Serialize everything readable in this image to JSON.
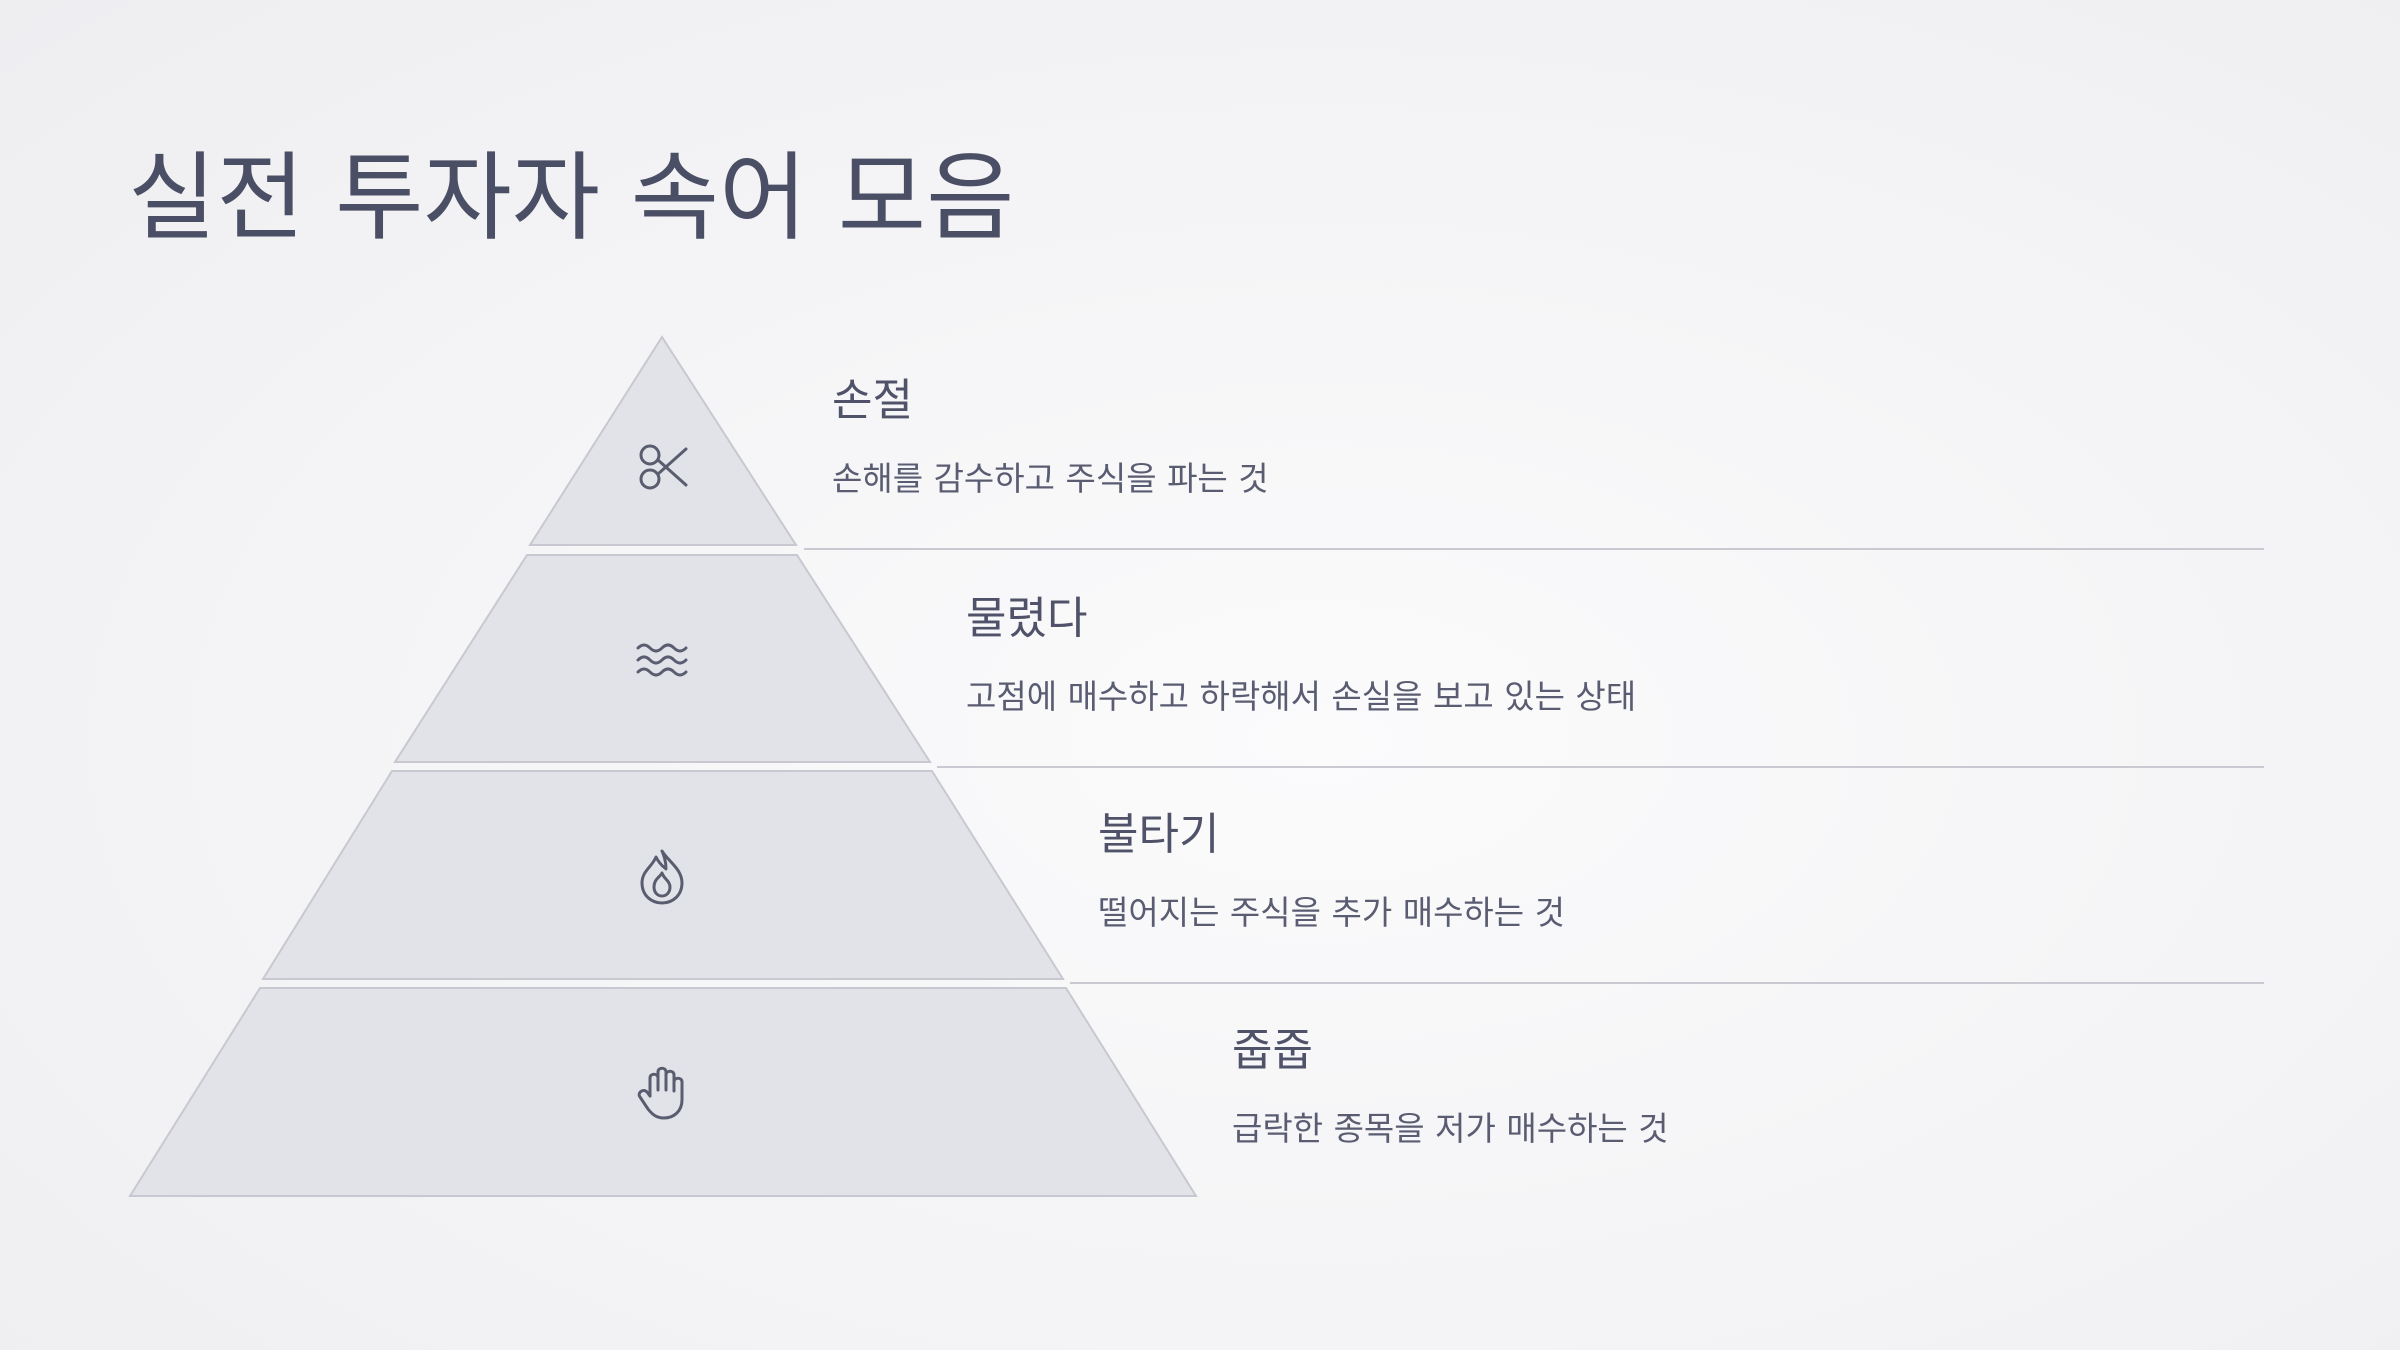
{
  "title": "실전 투자자 속어 모음",
  "tiers": [
    {
      "icon": "scissors-icon",
      "title": "손절",
      "description": "손해를 감수하고 주식을 파는 것"
    },
    {
      "icon": "waves-icon",
      "title": "물렸다",
      "description": "고점에 매수하고 하락해서 손실을 보고 있는 상태"
    },
    {
      "icon": "flame-icon",
      "title": "불타기",
      "description": "떨어지는 주식을 추가 매수하는 것"
    },
    {
      "icon": "hand-icon",
      "title": "줍줍",
      "description": "급락한 종목을 저가 매수하는 것"
    }
  ],
  "colors": {
    "title": "#4b4f66",
    "tier_fill": "#e2e3e8",
    "tier_stroke": "#c8c9d0",
    "icon": "#5a5d70",
    "divider": "#c9cad1"
  }
}
